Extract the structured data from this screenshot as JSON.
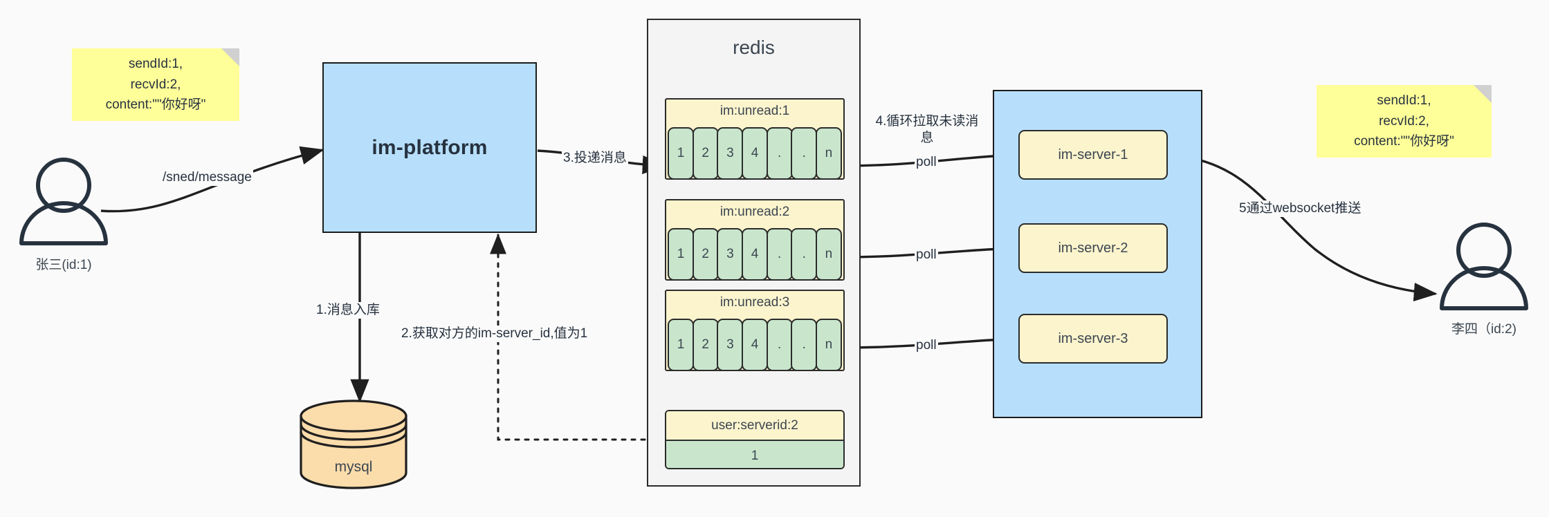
{
  "diagram": {
    "title": "IM message delivery architecture",
    "colors": {
      "background": "#fafafa",
      "sticky": "#ffff99",
      "blue_box": "#b7dffb",
      "yellow_card": "#fcf4cd",
      "green_cell": "#c9e6cd",
      "orange_db": "#fbdcab",
      "stroke": "#2b2b2b"
    }
  },
  "actors": {
    "sender": {
      "caption": "张三(id:1)"
    },
    "receiver": {
      "caption": "李四（id:2)"
    }
  },
  "notes": {
    "left": {
      "text": "sendId:1,\nrecvId:2,\ncontent:\"\"你好呀\""
    },
    "right": {
      "text": "sendId:1,\nrecvId:2,\ncontent:\"\"你好呀\""
    }
  },
  "platform": {
    "label": "im-platform"
  },
  "database": {
    "label": "mysql"
  },
  "redis": {
    "title": "redis",
    "queues": [
      {
        "key": "im:unread:1",
        "cells": [
          "1",
          "2",
          "3",
          "4",
          ".",
          ".",
          "n"
        ]
      },
      {
        "key": "im:unread:2",
        "cells": [
          "1",
          "2",
          "3",
          "4",
          ".",
          ".",
          "n"
        ]
      },
      {
        "key": "im:unread:3",
        "cells": [
          "1",
          "2",
          "3",
          "4",
          ".",
          ".",
          "n"
        ]
      }
    ],
    "kv": {
      "key": "user:serverid:2",
      "value": "1"
    }
  },
  "server_cluster": {
    "servers": [
      {
        "label": "im-server-1"
      },
      {
        "label": "im-server-2"
      },
      {
        "label": "im-server-3"
      }
    ]
  },
  "edges": {
    "send_message": "/sned/message",
    "step1": "1.消息入库",
    "step2": "2.获取对方的im-server_id,值为1",
    "step3": "3.投递消息",
    "step4": "4.循环拉取未读消\n息",
    "poll1": "poll",
    "poll2": "poll",
    "poll3": "poll",
    "step5": "5通过websocket推送"
  }
}
